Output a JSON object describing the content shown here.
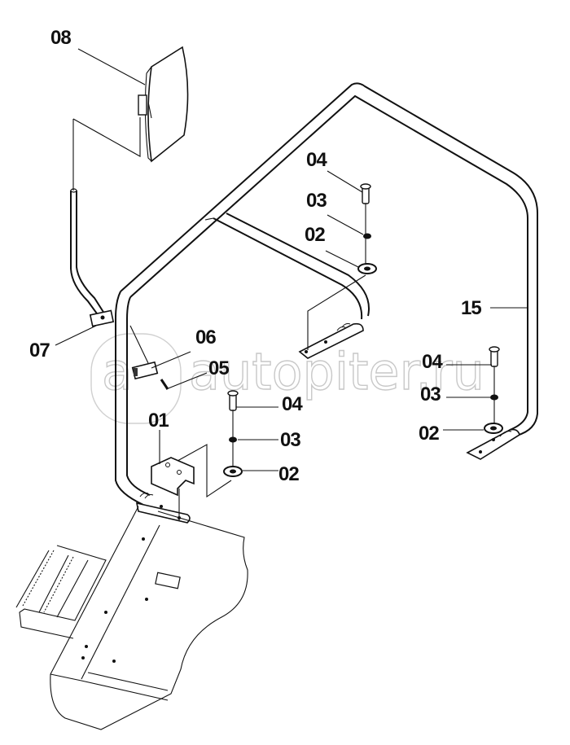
{
  "diagram": {
    "title": "Handrail assembly exploded view",
    "watermark": {
      "text": "autopiter.ru",
      "logo_glyph": "a"
    },
    "callouts": [
      {
        "id": "01",
        "label": "01",
        "part": "mounting-bracket"
      },
      {
        "id": "02",
        "label": "02",
        "part": "washer"
      },
      {
        "id": "03",
        "label": "03",
        "part": "lock-washer"
      },
      {
        "id": "04",
        "label": "04",
        "part": "bolt"
      },
      {
        "id": "05",
        "label": "05",
        "part": "screw"
      },
      {
        "id": "06",
        "label": "06",
        "part": "clamp"
      },
      {
        "id": "07",
        "label": "07",
        "part": "rod-clamp"
      },
      {
        "id": "08",
        "label": "08",
        "part": "mirror"
      },
      {
        "id": "15",
        "label": "15",
        "part": "handrail"
      }
    ],
    "labels": {
      "l08": "08",
      "l07": "07",
      "l06": "06",
      "l05": "05",
      "l04a": "04",
      "l03a": "03",
      "l02a": "02",
      "l04b": "04",
      "l03b": "03",
      "l02b": "02",
      "l04c": "04",
      "l03c": "03",
      "l02c": "02",
      "l01": "01",
      "l15": "15"
    },
    "colors": {
      "ink": "#111111",
      "watermark": "#c8c8c8",
      "background": "#ffffff"
    }
  }
}
